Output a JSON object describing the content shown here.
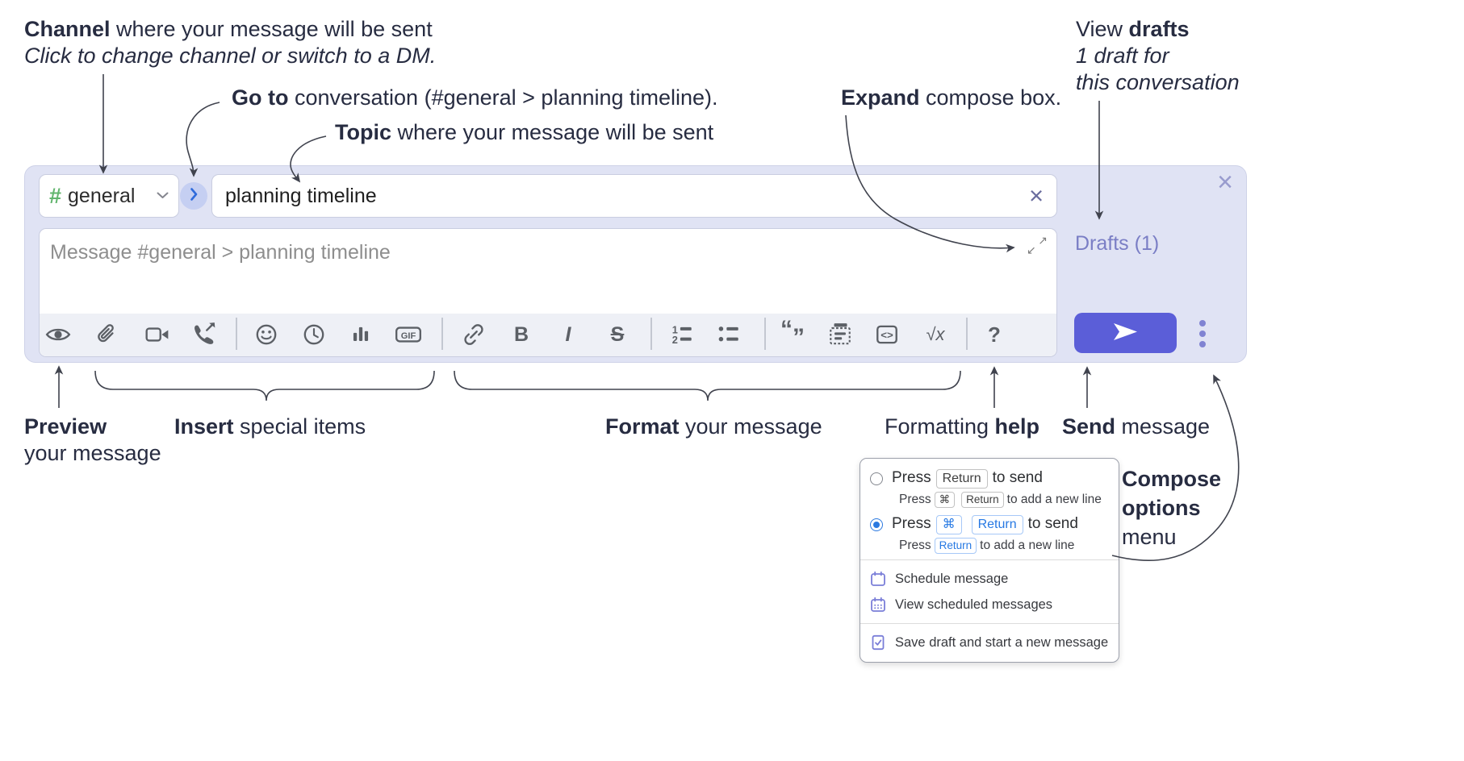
{
  "annotations": {
    "channel": {
      "bold": "Channel",
      "rest": " where your message will be sent",
      "line2": "Click to change channel or switch to a DM."
    },
    "goto": {
      "bold": "Go to",
      "rest": " conversation (#general > planning timeline)."
    },
    "topic": {
      "bold": "Topic",
      "rest": " where your message will be sent"
    },
    "expand": {
      "bold": "Expand",
      "rest": " compose box."
    },
    "view_drafts": {
      "pre": "View ",
      "bold": "drafts",
      "line2": "1 draft for",
      "line3": "this conversation"
    },
    "preview": {
      "bold": "Preview",
      "line2": "your message"
    },
    "insert": {
      "bold": "Insert",
      "rest": " special items"
    },
    "format": {
      "bold": "Format",
      "rest": " your message"
    },
    "formatting_help": {
      "pre": "Formatting ",
      "bold": "help"
    },
    "send": {
      "bold": "Send",
      "rest": " message"
    },
    "compose_options": {
      "line1": "Compose",
      "line2": "options",
      "line3": "menu"
    }
  },
  "compose": {
    "channel_hash": "#",
    "channel_name": "general",
    "topic_value": "planning timeline",
    "topic_clear_x": "×",
    "close_x": "×",
    "message_placeholder": "Message #general > planning timeline",
    "drafts_label": "Drafts (1)",
    "expand_ne": "↗",
    "expand_sw": "↙",
    "toolbar_icons": [
      "preview",
      "attach-file",
      "start-video-call",
      "start-audio-call",
      "add-emoji",
      "add-global-time",
      "add-poll",
      "add-gif",
      "link",
      "bold",
      "italic",
      "strikethrough",
      "numbered-list",
      "bulleted-list",
      "quote",
      "spoiler",
      "code",
      "math",
      "message-formatting-help"
    ]
  },
  "glyphs": {
    "bold": "B",
    "italic": "I",
    "strike": "S",
    "gif": "GIF",
    "code": "<>",
    "math_root": "√",
    "math_x": "x",
    "help": "?",
    "ol1": "1",
    "ol2": "2",
    "quote_open": "“",
    "quote_close": "”"
  },
  "menu": {
    "opt1": {
      "press": "Press",
      "key_return": "Return",
      "suffix": "to send"
    },
    "opt1_sub": {
      "press": "Press",
      "key_cmd": "⌘",
      "key_return": "Return",
      "suffix": "to add a new line"
    },
    "opt2": {
      "press": "Press",
      "key_cmd": "⌘",
      "key_return": "Return",
      "suffix": "to send"
    },
    "opt2_sub": {
      "press": "Press",
      "key_return": "Return",
      "suffix": "to add a new line"
    },
    "items": [
      "Schedule message",
      "View scheduled messages",
      "Save draft and start a new message"
    ]
  },
  "colors": {
    "compose_bg": "#e0e3f4",
    "send_button": "#5b5ed8",
    "drafts_link": "#7a7ec5",
    "hash_green": "#62b56e",
    "conv_arrow_blue": "#2f6bdb",
    "radio_selected": "#2b79e0",
    "menu_icon_purple": "#7a7ed8",
    "toolbar_icon_gray": "#5c6066"
  }
}
